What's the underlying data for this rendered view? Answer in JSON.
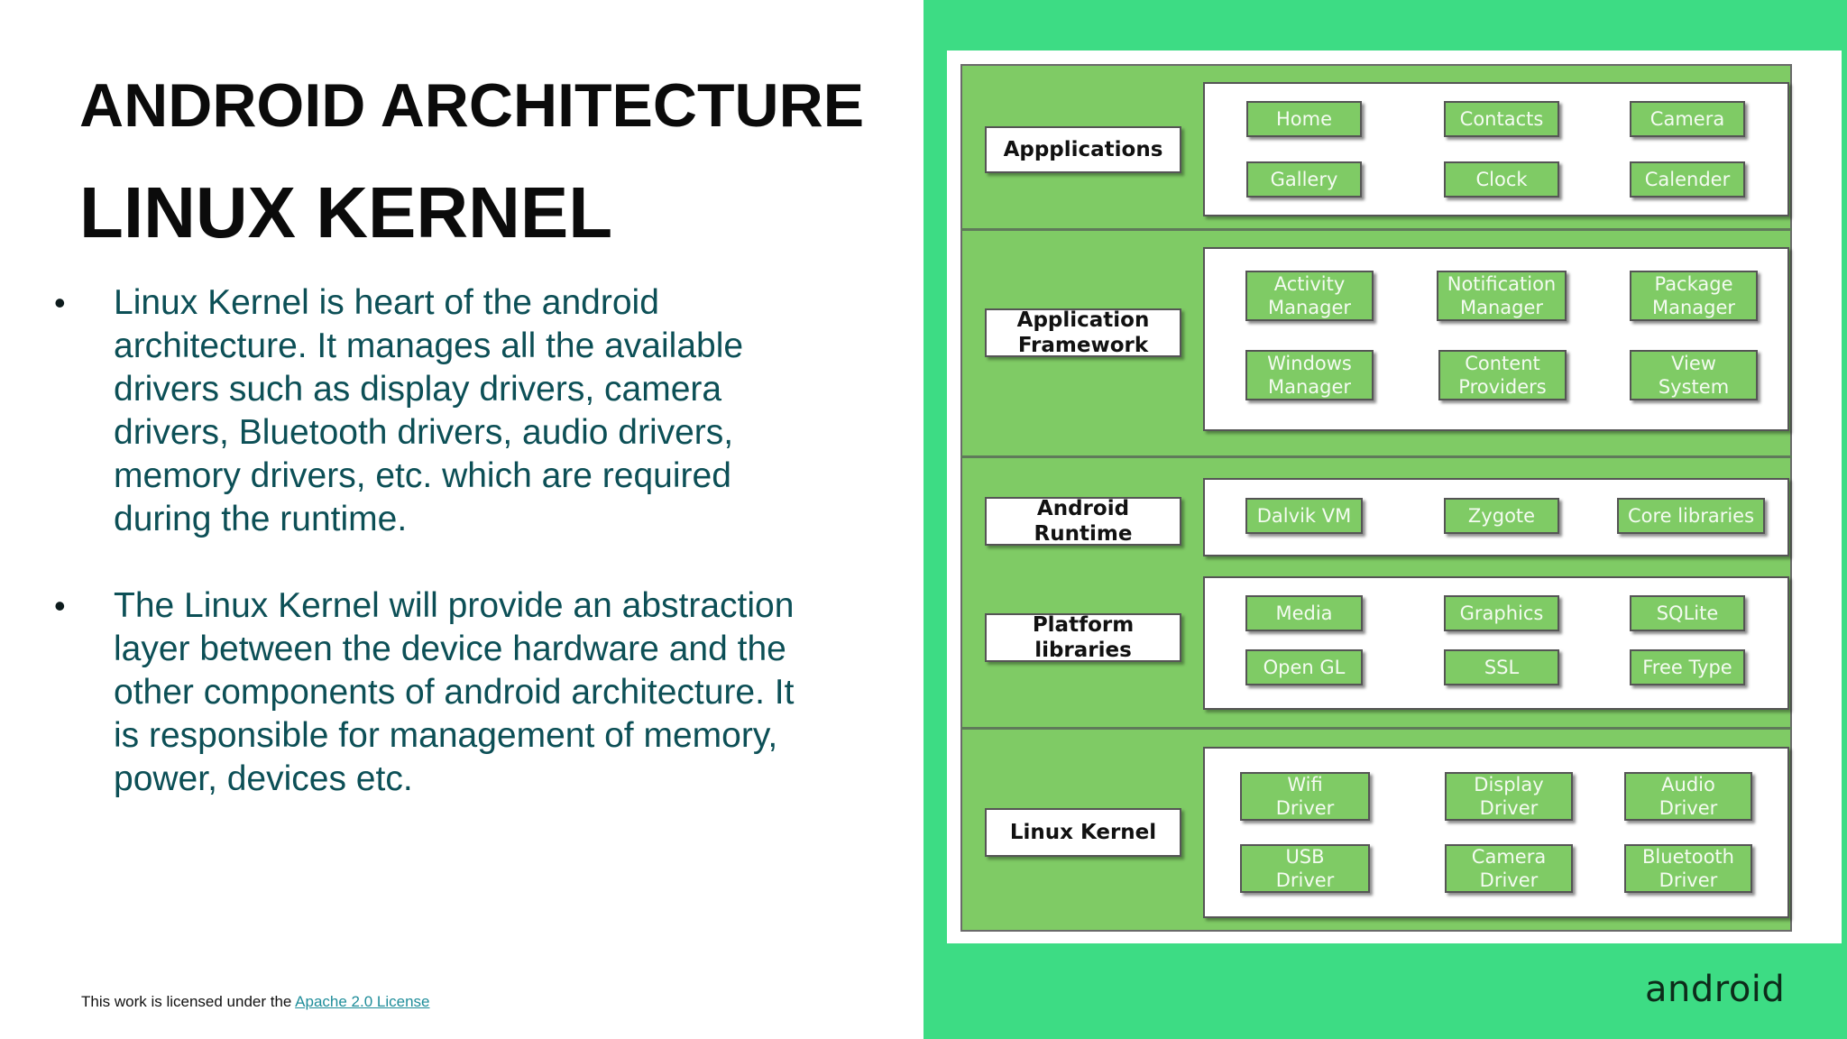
{
  "slide": {
    "title": "ANDROID ARCHITECTURE",
    "subtitle": "LINUX KERNEL",
    "bullets": [
      "Linux Kernel is heart of the android architecture. It manages all the available drivers such as display drivers, camera drivers, Bluetooth drivers, audio drivers, memory drivers, etc. which are required during the runtime.",
      "The Linux Kernel will provide an abstraction layer between the device hardware and the other components of android architecture. It is responsible for management of memory, power, devices etc."
    ],
    "bullet_symbol": "•",
    "license_prefix": "This work is licensed under the ",
    "license_link": "Apache 2.0 License",
    "logo_text": "android"
  },
  "colors": {
    "panel_green": "#3ddc84",
    "diagram_green": "#7fcb65",
    "bullet_text": "#0c4f56",
    "link": "#1f8d9a"
  },
  "diagram": {
    "layers": [
      {
        "label": "Appplications",
        "groups": [
          {
            "components": [
              "Home",
              "Contacts",
              "Camera",
              "Gallery",
              "Clock",
              "Calender"
            ]
          }
        ]
      },
      {
        "label": "Application\nFramework",
        "groups": [
          {
            "components": [
              "Activity\nManager",
              "Notification\nManager",
              "Package\nManager",
              "Windows\nManager",
              "Content\nProviders",
              "View\nSystem"
            ]
          }
        ]
      },
      {
        "label": "Android Runtime",
        "groups": [
          {
            "components": [
              "Dalvik VM",
              "Zygote",
              "Core libraries"
            ]
          }
        ]
      },
      {
        "label": "Platform libraries",
        "groups": [
          {
            "components": [
              "Media",
              "Graphics",
              "SQLite",
              "Open GL",
              "SSL",
              "Free Type"
            ]
          }
        ]
      },
      {
        "label": "Linux Kernel",
        "groups": [
          {
            "components": [
              "Wifi\nDriver",
              "Display\nDriver",
              "Audio\nDriver",
              "USB\nDriver",
              "Camera\nDriver",
              "Bluetooth\nDriver"
            ]
          }
        ]
      }
    ]
  }
}
